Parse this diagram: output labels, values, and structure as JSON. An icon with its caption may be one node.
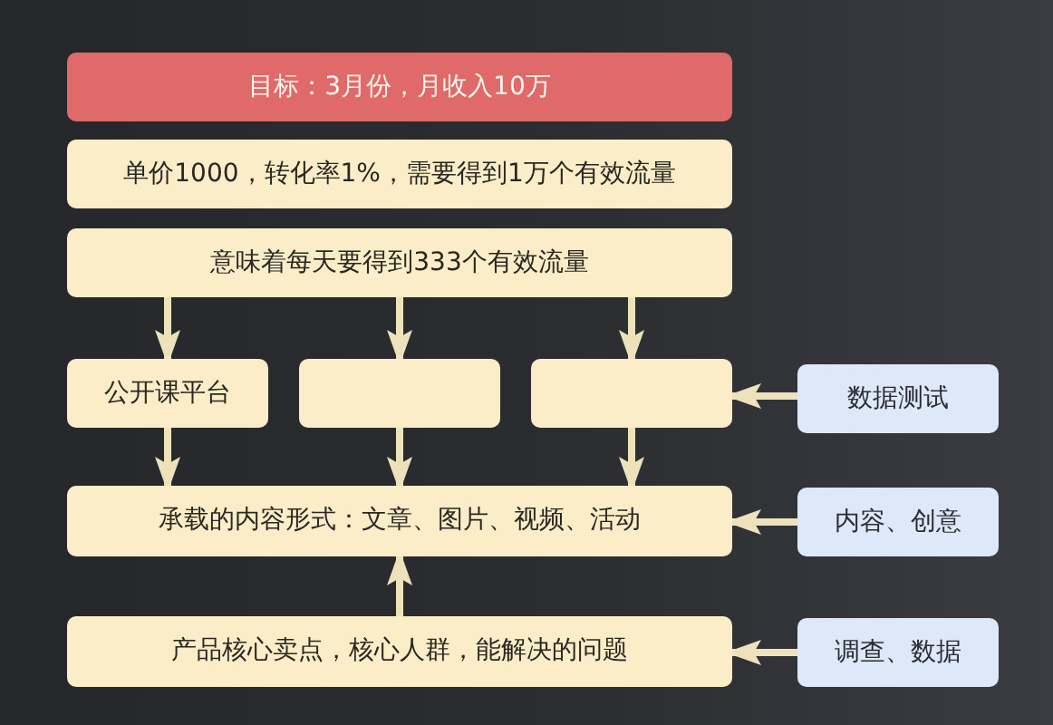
{
  "diagram": {
    "nodes": [
      {
        "text": [
          "目标：3月份，月收入10万"
        ]
      },
      {
        "text": [
          "单价1000，转化率1%，需要得到1万个有效流量"
        ]
      },
      {
        "text": [
          "意味着每天要得到333个有效流量"
        ]
      },
      {
        "text": [
          "公开课平台"
        ]
      },
      {
        "text": [],
        "shape": "box"
      },
      {
        "text": [],
        "shape": "box"
      },
      {
        "text": [
          "数据测试"
        ]
      },
      {
        "text": [
          "承载的内容形式：文章、图片、视频、活动"
        ]
      },
      {
        "text": [
          "内容、创意"
        ]
      },
      {
        "text": [
          "产品核心卖点，核心人群，能解决的问题"
        ]
      },
      {
        "text": [
          "调查、数据"
        ]
      }
    ],
    "edges": [
      {
        "from": 2,
        "to": 3,
        "arrow": "to"
      },
      {
        "from": 2,
        "to": 4,
        "arrow": "to"
      },
      {
        "from": 2,
        "to": 5,
        "arrow": "to"
      },
      {
        "from": 3,
        "to": 7,
        "arrow": "to"
      },
      {
        "from": 4,
        "to": 7,
        "arrow": "to"
      },
      {
        "from": 5,
        "to": 7,
        "arrow": "to"
      },
      {
        "from": 6,
        "to": 5,
        "arrow": "to"
      },
      {
        "from": 8,
        "to": 7,
        "arrow": "to"
      },
      {
        "from": 9,
        "to": 7,
        "arrow": "to"
      },
      {
        "from": 10,
        "to": 9,
        "arrow": "to"
      }
    ]
  }
}
